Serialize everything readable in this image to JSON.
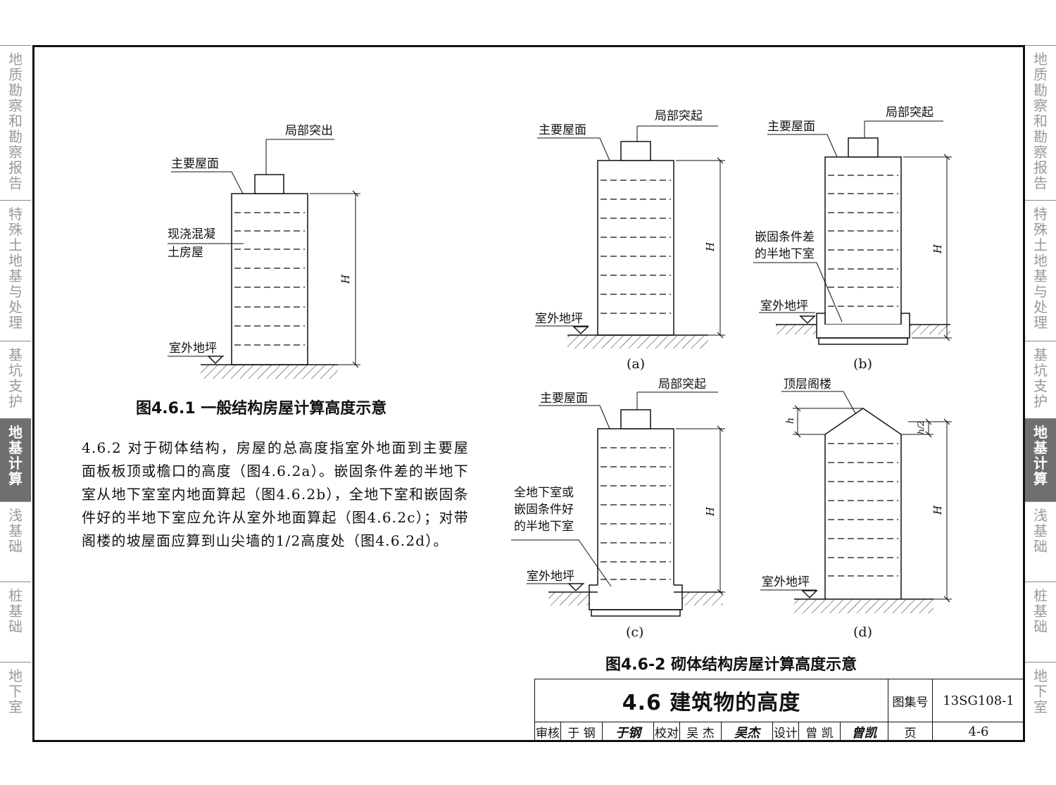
{
  "side_tabs": [
    {
      "label": "地质勘察和勘察报告",
      "active": false
    },
    {
      "label": "特殊土地基与处理",
      "active": false
    },
    {
      "label": "基坑支护",
      "active": false
    },
    {
      "label": "地基计算",
      "active": true
    },
    {
      "label": "浅基础",
      "active": false
    },
    {
      "label": "桩基础",
      "active": false
    },
    {
      "label": "地下室",
      "active": false
    }
  ],
  "fig1": {
    "title": "图4.6.1 一般结构房屋计算高度示意",
    "label_protrusion": "局部突出",
    "label_main_roof": "主要屋面",
    "label_building_1": "现浇混凝",
    "label_building_2": "土房屋",
    "label_ground": "室外地坪",
    "label_height": "H"
  },
  "paragraph": "4.6.2 对于砌体结构，房屋的总高度指室外地面到主要屋面板板顶或檐口的高度（图4.6.2a）。嵌固条件差的半地下室从地下室室内地面算起（图4.6.2b），全地下室和嵌固条件好的半地下室应允许从室外地面算起（图4.6.2c）；对带阁楼的坡屋面应算到山尖墙的1/2高度处（图4.6.2d）。",
  "fig2": {
    "title": "图4.6-2 砌体结构房屋计算高度示意",
    "a": {
      "caption": "(a)",
      "label_main_roof": "主要屋面",
      "label_protrusion": "局部突起",
      "label_ground": "室外地坪",
      "label_height": "H"
    },
    "b": {
      "caption": "(b)",
      "label_main_roof": "主要屋面",
      "label_protrusion": "局部突起",
      "label_basement_1": "嵌固条件差",
      "label_basement_2": "的半地下室",
      "label_ground": "室外地坪",
      "label_height": "H"
    },
    "c": {
      "caption": "(c)",
      "label_main_roof": "主要屋面",
      "label_protrusion": "局部突起",
      "label_basement_1": "全地下室或",
      "label_basement_2": "嵌固条件好",
      "label_basement_3": "的半地下室",
      "label_ground": "室外地坪",
      "label_height": "H"
    },
    "d": {
      "caption": "(d)",
      "label_attic": "顶层阁楼",
      "label_h": "h",
      "label_h2": "h/2",
      "label_ground": "室外地坪",
      "label_height": "H"
    }
  },
  "title_block": {
    "section_title": "4.6 建筑物的高度",
    "atlas_label": "图集号",
    "atlas_no": "13SG108-1",
    "reviewer_label": "审核",
    "reviewer_name": "于 钢",
    "reviewer_sig": "于钢",
    "checker_label": "校对",
    "checker_name": "吴 杰",
    "checker_sig": "吴杰",
    "designer_label": "设计",
    "designer_name": "曾 凯",
    "designer_sig": "曾凯",
    "page_label": "页",
    "page_no": "4-6"
  }
}
